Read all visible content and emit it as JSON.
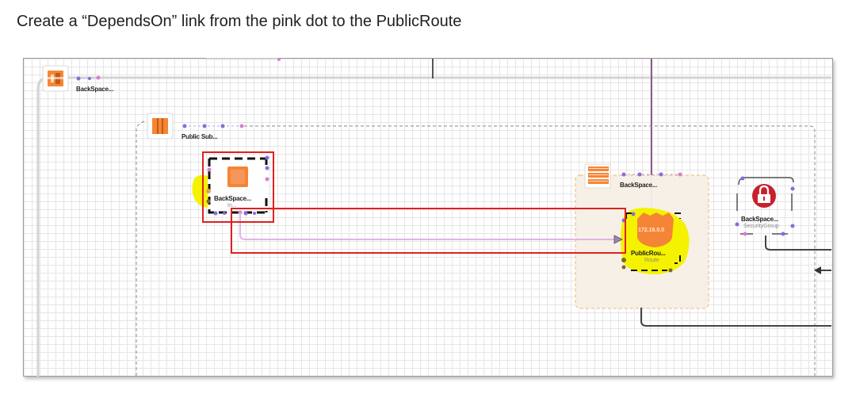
{
  "instruction": "Create a “DependsOn” link from the pink dot to the PublicRoute",
  "colors": {
    "aws_orange": "#f58536",
    "link_purple": "#8a6bd8",
    "link_pink": "#d77fcf",
    "highlight_red": "#e02020",
    "highlight_yellow": "#f5f200",
    "security_red": "#c8202e",
    "vpc_line": "#8c5a8c"
  },
  "nodes": {
    "vpc": {
      "label": "BackSpace...",
      "icon": "cloudformation-icon"
    },
    "subnet": {
      "label": "Public Sub...",
      "icon": "subnet-icon"
    },
    "instance": {
      "label": "BackSpace...",
      "sublabel": "In...",
      "icon": "ec2-instance-icon"
    },
    "route_table": {
      "label": "BackSpace...",
      "icon": "route-table-icon"
    },
    "public_route": {
      "label": "PublicRou...",
      "sublabel": "Route",
      "cidr": "172.16.0.0",
      "icon": "route-shield-icon"
    },
    "security_group": {
      "label": "BackSpace...",
      "sublabel": "SecurityGroup",
      "icon": "lock-icon"
    }
  }
}
